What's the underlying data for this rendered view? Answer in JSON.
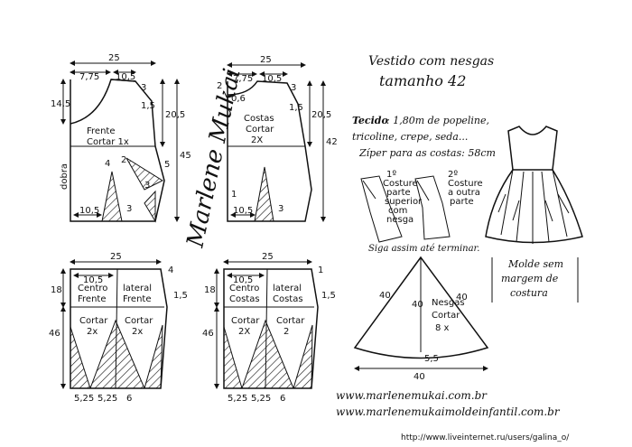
{
  "title": {
    "line1": "Vestido com nesgas",
    "line2": "tamanho 42"
  },
  "fabric": {
    "label": "Tecido",
    "line1": ": 1,80m de popeline,",
    "line2": "tricoline, crepe, seda...",
    "zipper": "Zíper para as costas: 58cm"
  },
  "sewing_note": {
    "step1_line1": "1º",
    "step1_line2": "Costure",
    "step1_line3": "parte",
    "step1_line4": "superior",
    "step1_line5": "com",
    "step1_line6": "nesga",
    "step2_line1": "2º",
    "step2_line2": "Costure",
    "step2_line3": "a outra",
    "step2_line4": "parte",
    "continue": "Siga assim até terminar."
  },
  "note_seam": {
    "line1": "Molde sem",
    "line2": "margem de",
    "line3": "costura"
  },
  "signature": "Marlene Mukai",
  "websites": [
    "www.marlenemukai.com.br",
    "www.marlenemukaimoldeinfantil.com.br"
  ],
  "watermark": "http://www.liveinternet.ru/users/galina_o/",
  "front": {
    "name": "Frente",
    "cut": "Cortar 1x",
    "fold": "dobra",
    "dims": {
      "width": "25",
      "neck": "7,75",
      "shoulder": "10,5",
      "d3a": "3",
      "d1_5": "1,5",
      "h14_5": "14,5",
      "h20_5": "20,5",
      "h45": "45",
      "d4": "4",
      "d2": "2",
      "d5": "5",
      "d10_5": "10,5",
      "d3b": "3",
      "d3c": "3"
    }
  },
  "back": {
    "name": "Costas",
    "cut_line1": "Cortar",
    "cut_line2": "2X",
    "dims": {
      "width": "25",
      "neck": "7,75",
      "shoulder": "10,5",
      "d2": "2",
      "d0_6": "0,6",
      "d3": "3",
      "d1_5": "1,5",
      "h20_5": "20,5",
      "h42": "42",
      "d1": "1",
      "d10_5": "10,5",
      "d3b": "3"
    }
  },
  "skirt_front": {
    "center_line1": "Centro",
    "center_line2": "Frente",
    "side_line1": "lateral",
    "side_line2": "Frente",
    "cut_left_line1": "Cortar",
    "cut_left_line2": "2x",
    "cut_right_line1": "Cortar",
    "cut_right_line2": "2x",
    "dims": {
      "width": "25",
      "top": "10,5",
      "h18": "18",
      "h46": "46",
      "d4": "4",
      "d1_5": "1,5",
      "b1": "5,25",
      "b2": "5,25",
      "b3": "6"
    }
  },
  "skirt_back": {
    "center_line1": "Centro",
    "center_line2": "Costas",
    "side_line1": "lateral",
    "side_line2": "Costas",
    "cut_left_line1": "Cortar",
    "cut_left_line2": "2X",
    "cut_right_line1": "Cortar",
    "cut_right_line2": "2",
    "dims": {
      "width": "25",
      "top": "10,5",
      "h18": "18",
      "h46": "46",
      "d1": "1",
      "d1_5": "1,5",
      "b1": "5,25",
      "b2": "5,25",
      "b3": "6"
    }
  },
  "gusset": {
    "name": "Nesgas",
    "cut_line1": "Cortar",
    "cut_line2": "8 x",
    "dims": {
      "left": "40",
      "center": "40",
      "right": "40",
      "base": "40",
      "d5_5": "5,5"
    }
  }
}
